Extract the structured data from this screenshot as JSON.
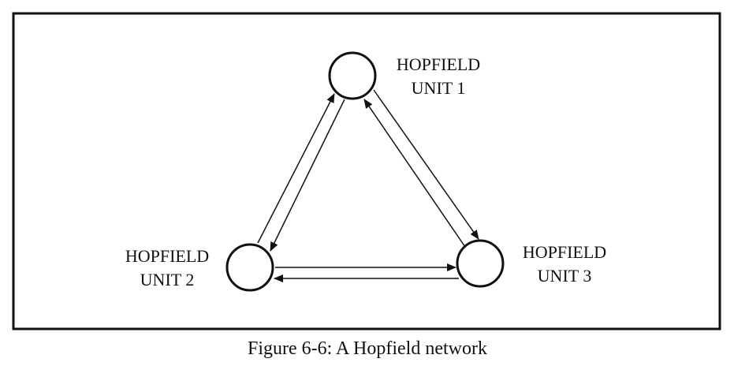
{
  "figure": {
    "caption": "Figure 6-6: A Hopfield network"
  },
  "units": [
    {
      "id": "unit1",
      "line1": "HOPFIELD",
      "line2": "UNIT 1"
    },
    {
      "id": "unit2",
      "line1": "HOPFIELD",
      "line2": "UNIT 2"
    },
    {
      "id": "unit3",
      "line1": "HOPFIELD",
      "line2": "UNIT 3"
    }
  ],
  "connections": [
    {
      "from": "unit1",
      "to": "unit2"
    },
    {
      "from": "unit2",
      "to": "unit1"
    },
    {
      "from": "unit1",
      "to": "unit3"
    },
    {
      "from": "unit3",
      "to": "unit1"
    },
    {
      "from": "unit2",
      "to": "unit3"
    },
    {
      "from": "unit3",
      "to": "unit2"
    }
  ],
  "colors": {
    "ink": "#111111",
    "background": "#ffffff"
  }
}
